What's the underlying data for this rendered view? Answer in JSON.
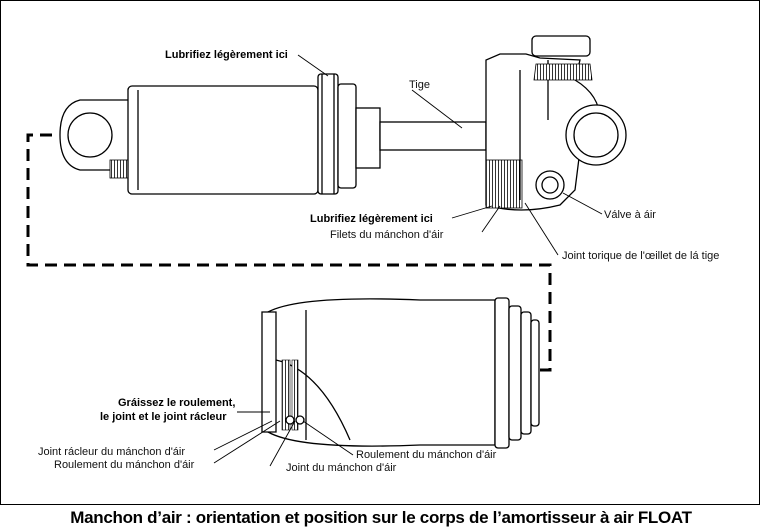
{
  "labels": {
    "lubricate_top": "Lubrifiez légèrement ici",
    "shaft": "Tige",
    "lubricate_mid": "Lubrifiez légèrement ici",
    "sleeve_threads": "Filets du mánchon d'áir",
    "air_valve": "Válve à áir",
    "eyelet_oring": "Joint torique de l'œillet de lá tige",
    "grease_line1": "Gráissez le roulement,",
    "grease_line2": "le joint et le joint rácleur",
    "wiper_seal": "Joint rácleur du mánchon d'áir",
    "bearing_left": "Roulement du mánchon d'áir",
    "bearing_right": "Roulement du mánchon d'áir",
    "seal": "Joint du mánchon d'áir"
  },
  "caption": "Manchon d’air : orientation et position sur le corps de l’amortisseur à air FLOAT"
}
